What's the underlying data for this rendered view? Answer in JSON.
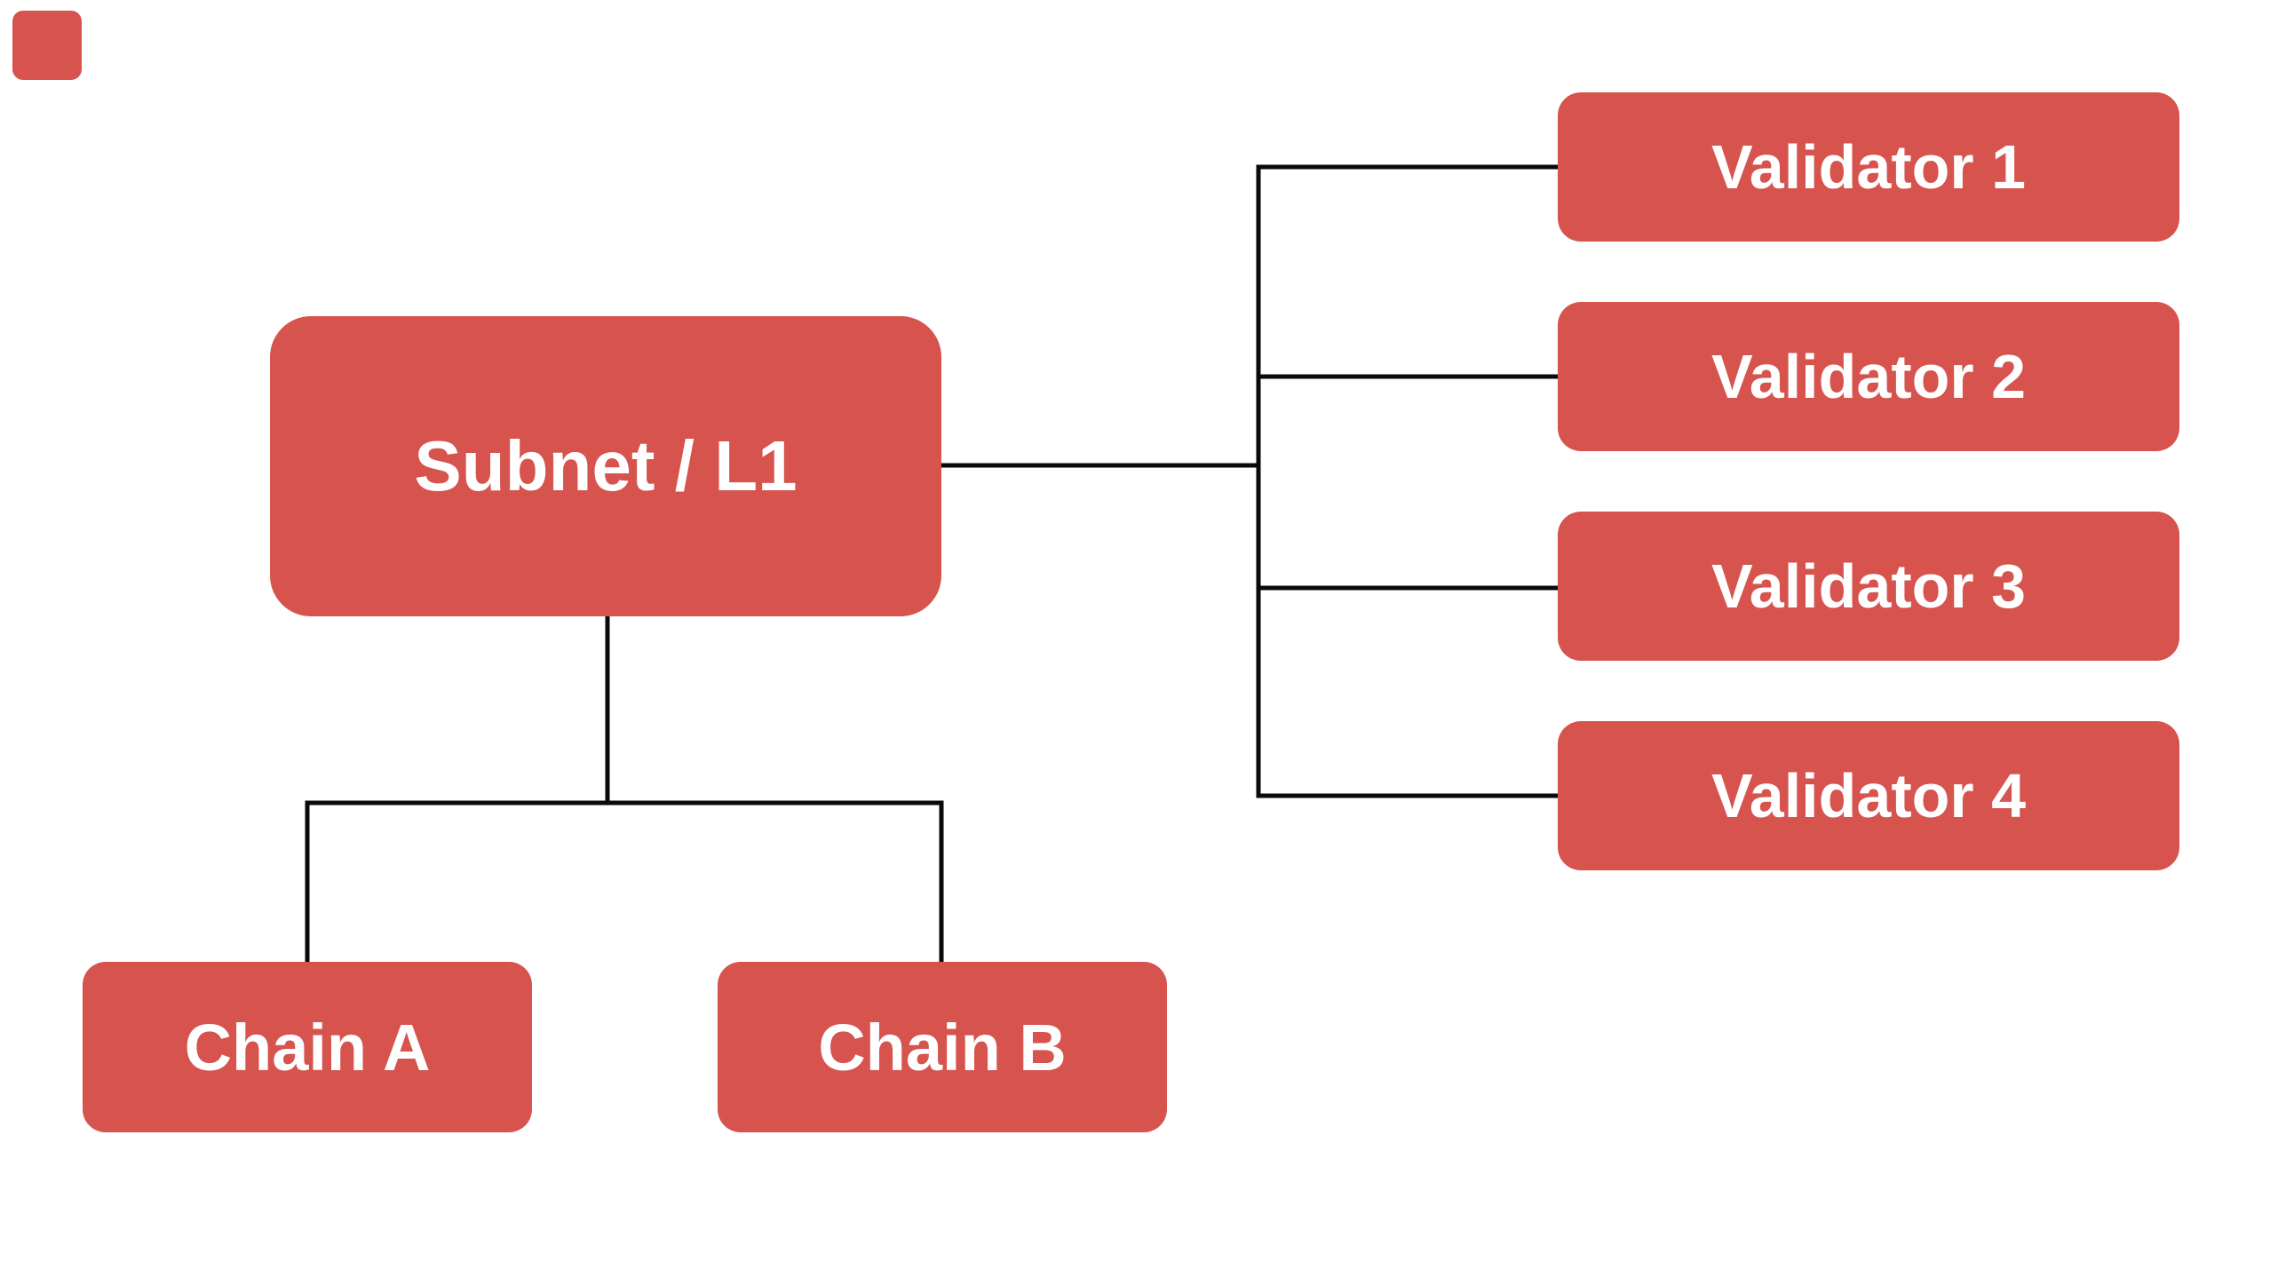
{
  "diagram": {
    "nodes": {
      "subnet": {
        "label": "Subnet / L1"
      },
      "validators": [
        {
          "label": "Validator 1"
        },
        {
          "label": "Validator 2"
        },
        {
          "label": "Validator 3"
        },
        {
          "label": "Validator 4"
        }
      ],
      "chains": [
        {
          "label": "Chain A"
        },
        {
          "label": "Chain B"
        }
      ]
    },
    "edges": [
      {
        "from": "Subnet / L1",
        "to": "Validator 1"
      },
      {
        "from": "Subnet / L1",
        "to": "Validator 2"
      },
      {
        "from": "Subnet / L1",
        "to": "Validator 3"
      },
      {
        "from": "Subnet / L1",
        "to": "Validator 4"
      },
      {
        "from": "Subnet / L1",
        "to": "Chain A"
      },
      {
        "from": "Subnet / L1",
        "to": "Chain B"
      }
    ],
    "colors": {
      "node_fill": "#d6534e",
      "node_text": "#ffffff",
      "edge_stroke": "#0a0a0a",
      "background": "#ffffff",
      "corner_marker": "#d6534e"
    }
  }
}
